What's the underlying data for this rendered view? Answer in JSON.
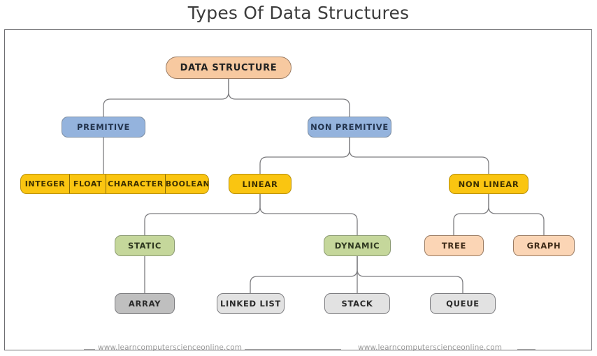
{
  "page": {
    "title": "Types Of Data Structures",
    "background": "#ffffff",
    "frame_border_color": "#6e6e72"
  },
  "palette": {
    "root_peach": "#f7c9a0",
    "blue": "#94b3dd",
    "yellow": "#fac511",
    "green": "#c5d79b",
    "peach": "#fbd5b5",
    "gray_light": "#e2e2e2",
    "gray_dark": "#bfbfbf",
    "connector": "#7d7d80"
  },
  "diagram": {
    "type": "tree",
    "root": {
      "label": "DATA STRUCTURE",
      "color": "#f7c9a0"
    },
    "level2": [
      {
        "label": "PREMITIVE",
        "color": "#94b3dd"
      },
      {
        "label": "NON PREMITIVE",
        "color": "#94b3dd"
      }
    ],
    "primitive_types": [
      {
        "label": "INTEGER"
      },
      {
        "label": "FLOAT"
      },
      {
        "label": "CHARACTER"
      },
      {
        "label": "BOOLEAN"
      }
    ],
    "nonprimitive_types": [
      {
        "label": "LINEAR",
        "color": "#fac511"
      },
      {
        "label": "NON LINEAR",
        "color": "#fac511"
      }
    ],
    "linear_types": [
      {
        "label": "STATIC",
        "color": "#c5d79b"
      },
      {
        "label": "DYNAMIC",
        "color": "#c5d79b"
      }
    ],
    "nonlinear_types": [
      {
        "label": "TREE",
        "color": "#fbd5b5"
      },
      {
        "label": "GRAPH",
        "color": "#fbd5b5"
      }
    ],
    "static_types": [
      {
        "label": "ARRAY",
        "color": "#bfbfbf"
      }
    ],
    "dynamic_types": [
      {
        "label": "LINKED LIST",
        "color": "#e2e2e2"
      },
      {
        "label": "STACK",
        "color": "#e2e2e2"
      },
      {
        "label": "QUEUE",
        "color": "#e2e2e2"
      }
    ]
  },
  "watermarks": [
    {
      "text": "www.learncomputerscienceonline.com"
    },
    {
      "text": "www.learncomputerscienceonline.com"
    }
  ]
}
